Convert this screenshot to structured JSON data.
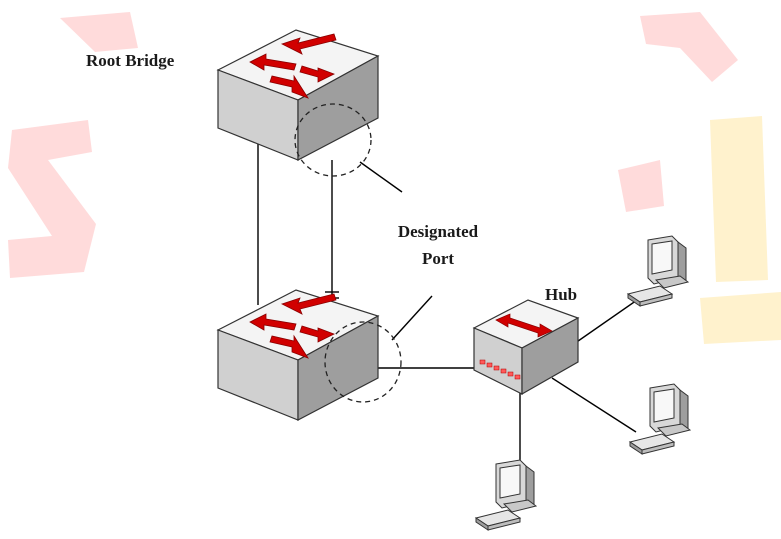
{
  "diagram": {
    "labels": {
      "root_bridge": "Root Bridge",
      "designated_line1": "Designated",
      "designated_line2": "Port",
      "hub": "Hub"
    },
    "colors": {
      "arrow": "#d10000",
      "switch_top": "#f4f4f4",
      "switch_front": "#d0d0d0",
      "switch_side": "#9e9e9e",
      "hub_led": "#ff5a5a",
      "line": "#000000"
    },
    "icons": [
      "switch-icon",
      "hub-icon",
      "computer-icon"
    ]
  }
}
